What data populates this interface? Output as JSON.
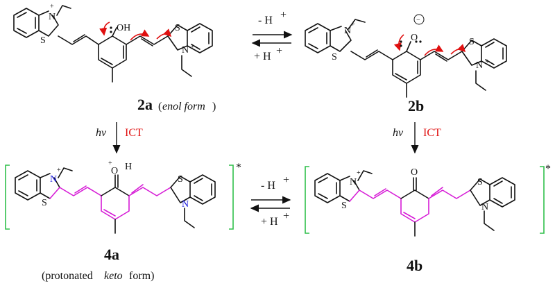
{
  "labels": {
    "c2a": "2a",
    "c2a_note": "enol form",
    "c2b": "2b",
    "c4a": "4a",
    "c4a_note_prefix": "(protonated ",
    "c4a_note_keto": "keto",
    "c4a_note_suffix": " form)",
    "c4b": "4b"
  },
  "arrows": {
    "top_minus": "- H",
    "top_plus": "+ H",
    "bottom_minus": "- H",
    "bottom_plus": "+ H",
    "sup_plus": "+",
    "hv": "hv",
    "ict": "ICT",
    "star": "*"
  },
  "atoms": {
    "N": "N",
    "S": "S",
    "O": "O",
    "OH": "OH",
    "H": "H",
    "plus": "+",
    "minus": "−"
  },
  "colors": {
    "ict_red": "#e01010",
    "conjugation_pink": "#d61bd6",
    "bracket_green": "#2fbf4a",
    "nitrogen_blue": "#1a1adf"
  }
}
